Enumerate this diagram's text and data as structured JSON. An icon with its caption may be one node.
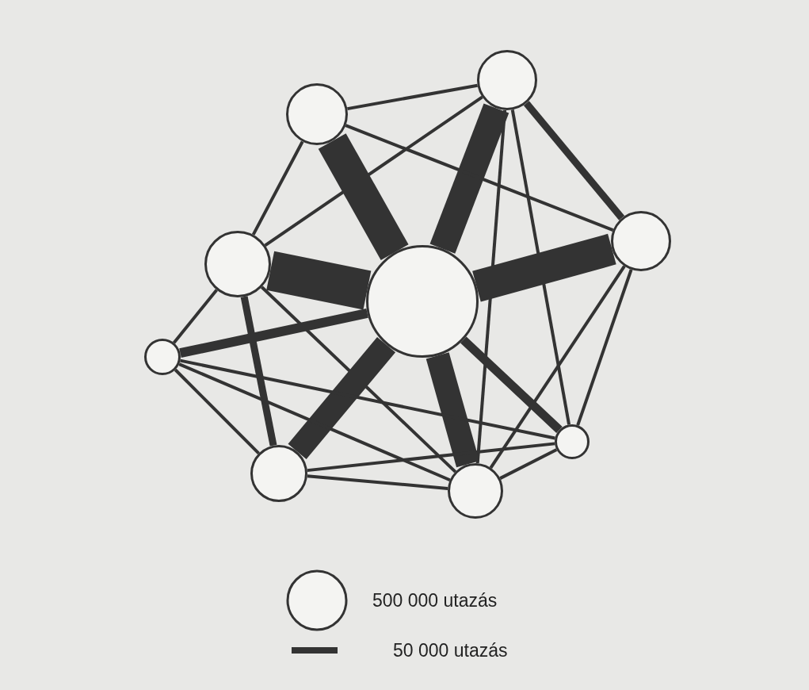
{
  "diagram": {
    "nodes": [
      {
        "text": [],
        "shape": "circle"
      },
      {
        "text": [],
        "shape": "circle"
      },
      {
        "text": [],
        "shape": "circle"
      },
      {
        "text": [],
        "shape": "circle"
      },
      {
        "text": [],
        "shape": "circle"
      },
      {
        "text": [],
        "shape": "circle"
      },
      {
        "text": [],
        "shape": "circle"
      },
      {
        "text": [],
        "shape": "circle"
      },
      {
        "text": [],
        "shape": "circle"
      }
    ],
    "edges": [
      {
        "from": 0,
        "to": 1,
        "arrow": "none"
      },
      {
        "from": 0,
        "to": 2,
        "arrow": "none",
        "style": "thick"
      },
      {
        "from": 0,
        "to": 3,
        "arrow": "none"
      },
      {
        "from": 0,
        "to": 4,
        "arrow": "none",
        "style": "thick"
      },
      {
        "from": 0,
        "to": 6,
        "arrow": "none"
      },
      {
        "from": 0,
        "to": 8,
        "arrow": "none"
      },
      {
        "from": 1,
        "to": 2,
        "arrow": "none"
      },
      {
        "from": 1,
        "to": 3,
        "arrow": "none"
      },
      {
        "from": 1,
        "to": 4,
        "arrow": "none",
        "style": "thick"
      },
      {
        "from": 2,
        "to": 4,
        "arrow": "none",
        "style": "thick"
      },
      {
        "from": 2,
        "to": 6,
        "arrow": "none"
      },
      {
        "from": 2,
        "to": 8,
        "arrow": "none"
      },
      {
        "from": 3,
        "to": 4,
        "arrow": "none",
        "style": "thick"
      },
      {
        "from": 3,
        "to": 5,
        "arrow": "none"
      },
      {
        "from": 3,
        "to": 7,
        "arrow": "none",
        "style": "thick"
      },
      {
        "from": 3,
        "to": 8,
        "arrow": "none"
      },
      {
        "from": 4,
        "to": 5,
        "arrow": "none",
        "style": "thick"
      },
      {
        "from": 4,
        "to": 6,
        "arrow": "none",
        "style": "thick"
      },
      {
        "from": 4,
        "to": 7,
        "arrow": "none",
        "style": "thick"
      },
      {
        "from": 4,
        "to": 8,
        "arrow": "none",
        "style": "thick"
      },
      {
        "from": 5,
        "to": 6,
        "arrow": "none"
      },
      {
        "from": 5,
        "to": 7,
        "arrow": "none"
      },
      {
        "from": 5,
        "to": 8,
        "arrow": "none"
      },
      {
        "from": 6,
        "to": 7,
        "arrow": "none"
      },
      {
        "from": 6,
        "to": 8,
        "arrow": "none"
      },
      {
        "from": 7,
        "to": 8,
        "arrow": "none"
      }
    ],
    "legend": [
      {
        "text": "500 000 utazás"
      },
      {
        "text": "50 000 utazás"
      }
    ]
  }
}
